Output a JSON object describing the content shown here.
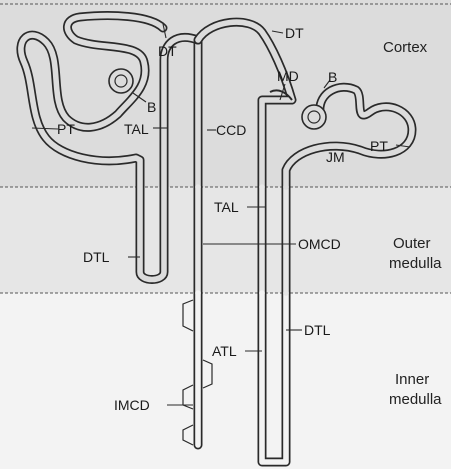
{
  "colors": {
    "cortex_bg": "#dcdcdc",
    "outer_medulla_bg": "#e6e6e6",
    "inner_medulla_bg": "#f3f3f3",
    "tube_line": "#2a2a2a"
  },
  "zones": {
    "cortex": {
      "line1": "Cortex"
    },
    "outer_medulla": {
      "line1": "Outer",
      "line2": "medulla"
    },
    "inner_medulla": {
      "line1": "Inner",
      "line2": "medulla"
    }
  },
  "labels": {
    "dt_left": "DT",
    "dt_right": "DT",
    "b_left": "B",
    "b_right": "B",
    "pt_left": "PT",
    "pt_right": "PT",
    "tal_left": "TAL",
    "tal_right": "TAL",
    "ccd": "CCD",
    "md": "MD",
    "jm": "JM",
    "dtl_left": "DTL",
    "dtl_right": "DTL",
    "omcd": "OMCD",
    "atl": "ATL",
    "imcd": "IMCD"
  }
}
